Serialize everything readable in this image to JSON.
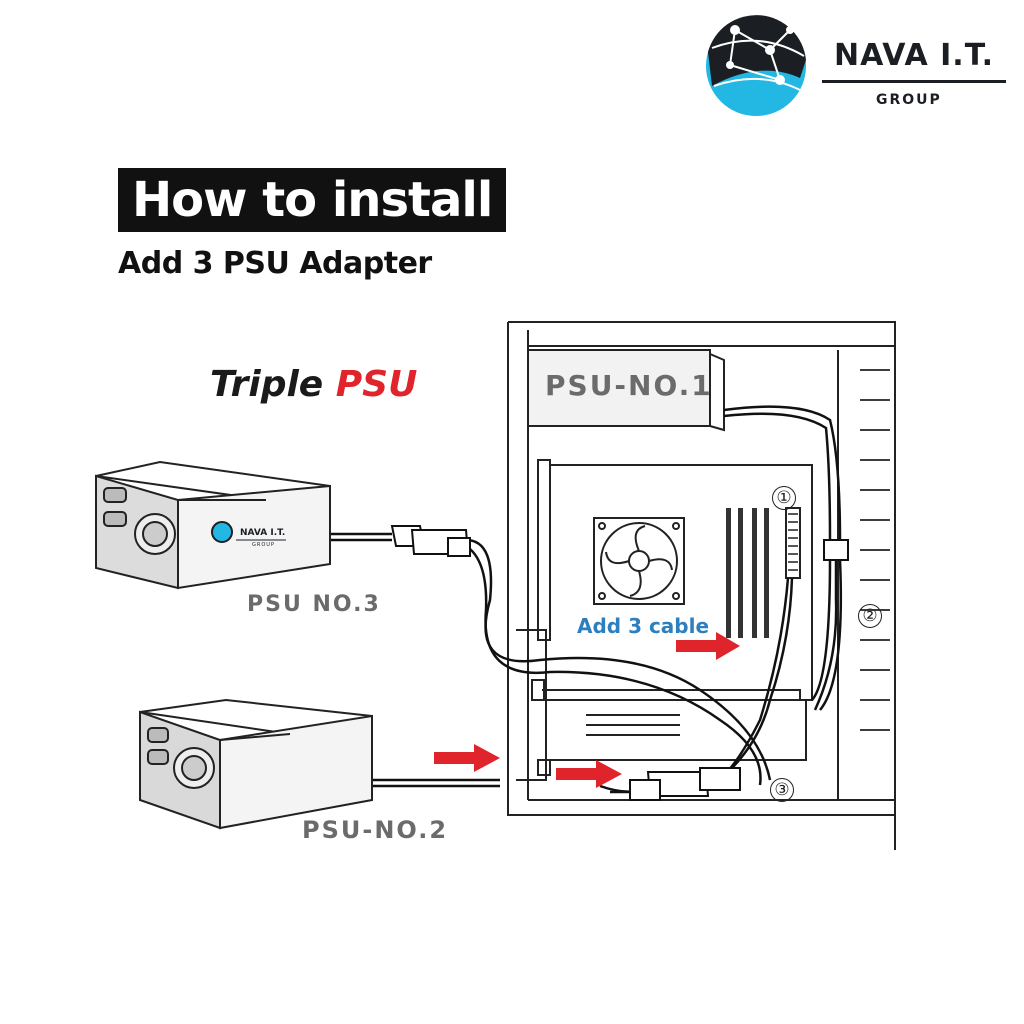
{
  "brand": {
    "name": "NAVA I.T.",
    "sub": "GROUP"
  },
  "title": "How to install",
  "subtitle": "Add 3 PSU Adapter",
  "triple": {
    "word1": "Triple",
    "word2": "PSU"
  },
  "labels": {
    "psu1": "PSU-NO.1",
    "psu2": "PSU-NO.2",
    "psu3": "PSU NO.3",
    "add_cable": "Add 3 cable"
  },
  "connectors": [
    "①",
    "②",
    "③"
  ],
  "colors": {
    "accent_red": "#e0242b",
    "accent_blue": "#2e7fbe",
    "logo_cyan": "#22b8e3",
    "logo_dark": "#1b1e22"
  }
}
